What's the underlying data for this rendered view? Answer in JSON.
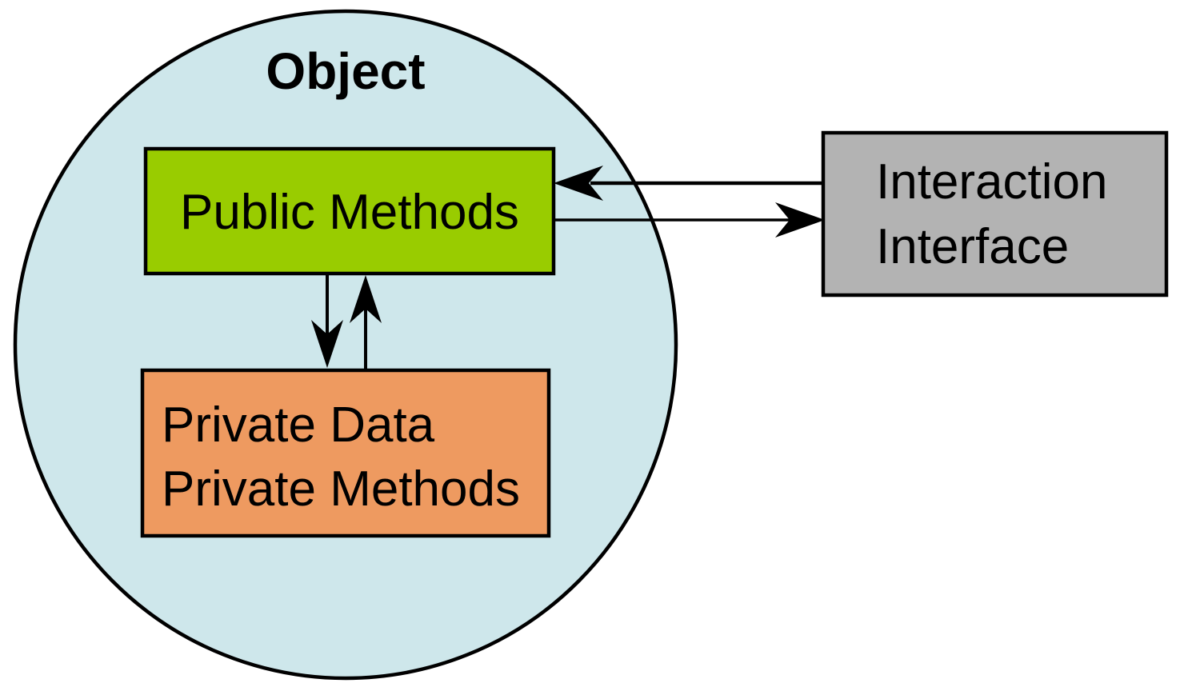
{
  "diagram": {
    "background": "#ffffff",
    "outline_color": "#000000",
    "object": {
      "label": "Object",
      "fill": "#cee7eb"
    },
    "public_methods": {
      "label": "Public Methods",
      "fill": "#99cc00"
    },
    "private": {
      "line1": "Private Data",
      "line2": "Private Methods",
      "fill": "#ee9a60"
    },
    "interaction": {
      "line1": "Interaction",
      "line2": "Interface",
      "fill": "#b3b3b3"
    },
    "connections": [
      {
        "from": "Interaction Interface",
        "to": "Public Methods",
        "direction": "left"
      },
      {
        "from": "Public Methods",
        "to": "Interaction Interface",
        "direction": "right"
      },
      {
        "from": "Public Methods",
        "to": "Private Data / Private Methods",
        "direction": "down"
      },
      {
        "from": "Private Data / Private Methods",
        "to": "Public Methods",
        "direction": "up"
      }
    ]
  }
}
